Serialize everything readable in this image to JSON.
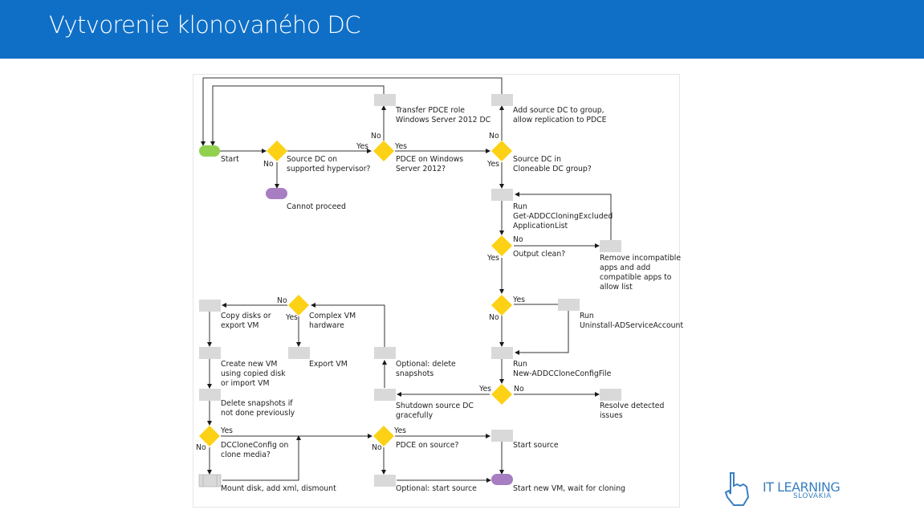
{
  "header": {
    "title": "Vytvorenie klonovaného DC"
  },
  "colors": {
    "banner": "#0f6fc6",
    "decision": "#fcd116",
    "process": "#d9d9d9",
    "start": "#92d050",
    "terminal": "#a77ec2",
    "line": "#1a1a1a"
  },
  "nodes": {
    "start": "Start",
    "hypervisor": [
      "Source DC on",
      "supported hypervisor?"
    ],
    "cannot": "Cannot proceed",
    "pdce2012": [
      "PDCE on Windows",
      "Server 2012?"
    ],
    "transfer": [
      "Transfer PDCE role",
      "Windows Server 2012 DC"
    ],
    "cloneable": [
      "Source DC in",
      "Cloneable DC group?"
    ],
    "addgroup": [
      "Add source DC to group,",
      "allow replication to PDCE"
    ],
    "runexcluded": [
      "Run",
      "Get-ADDCCloningExcluded",
      "ApplicationList"
    ],
    "outputclean": "Output clean?",
    "removeapps": [
      "Remove incompatible",
      "apps and add",
      "compatible apps to",
      "allow list"
    ],
    "uninstall": [
      "Run",
      "Uninstall-ADServiceAccount"
    ],
    "newconfig": [
      "Run",
      "New-ADDCCloneConfigFile"
    ],
    "resolve": [
      "Resolve detected",
      "issues"
    ],
    "shutdown": [
      "Shutdown source DC",
      "gracefully"
    ],
    "deletesnap_opt": [
      "Optional: delete",
      "snapshots"
    ],
    "complexvm": [
      "Complex VM",
      "hardware"
    ],
    "exportvm": "Export VM",
    "copydisks": [
      "Copy disks or",
      "export VM"
    ],
    "createvm": [
      "Create new VM",
      "using copied disk",
      "or import VM"
    ],
    "deletesnap": [
      "Delete snapshots if",
      "not done previously"
    ],
    "dcclone": [
      "DCCloneConfig on",
      "clone media?"
    ],
    "mount": "Mount disk, add xml, dismount",
    "pdcesource": "PDCE on source?",
    "startsource": "Start source",
    "optstart": "Optional: start source",
    "startnew": "Start new VM, wait for cloning"
  },
  "edge_labels": {
    "yes": "Yes",
    "no": "No"
  },
  "logo": {
    "main": "IT LEARNING",
    "sub": "SLOVAKIA"
  }
}
